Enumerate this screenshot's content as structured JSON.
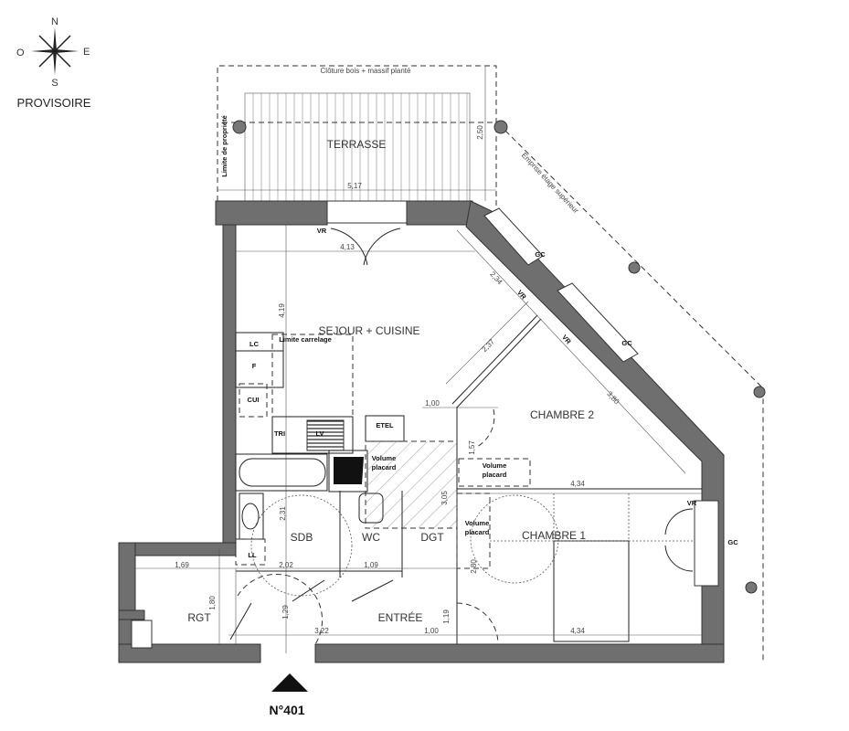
{
  "header": {
    "status": "PROVISOIRE",
    "compass": {
      "north": "N",
      "east": "E",
      "south": "S",
      "west": "O"
    }
  },
  "footer": {
    "unit_number": "N°401"
  },
  "annotations": {
    "fence": "Clôture bois + massif planté",
    "property_limit": "Limite de propriété",
    "upper_floor": "Emprise étage supérieur",
    "tile_limit": "Limite carrelage"
  },
  "rooms": {
    "terrace": "TERRASSE",
    "living": "SEJOUR + CUISINE",
    "bedroom2": "CHAMBRE 2",
    "bedroom1": "CHAMBRE 1",
    "bathroom": "SDB",
    "wc": "WC",
    "hall": "DGT",
    "entry": "ENTRÉE",
    "storage": "RGT"
  },
  "fixtures": {
    "lc": "LC",
    "f": "F",
    "cui": "CUI",
    "tri": "TRI",
    "lv": "LV",
    "etel": "ETEL",
    "ll": "LL",
    "closet1": [
      "Volume",
      "placard"
    ],
    "closet2": [
      "Volume",
      "placard"
    ],
    "closet3": [
      "Volume",
      "placard"
    ],
    "vr": "VR",
    "gc": "GC"
  },
  "dimensions": {
    "terrace_width": "5,17",
    "terrace_depth": "2,50",
    "living_top": "4,13",
    "living_height": "4,19",
    "diag1": "2,34",
    "diag2": "2,37",
    "diag3": "3,80",
    "door_bed2": "1,00",
    "d157": "1,57",
    "d305": "3,05",
    "bed_top": "4,34",
    "bed_bottom": "4,34",
    "sdb_h": "2,31",
    "sdb_w": "2,02",
    "wc_w": "1,09",
    "rgt_w": "1,69",
    "rgt_h": "1,80",
    "entry_h": "1,29",
    "entry_w": "3,22",
    "entry_door": "1,00",
    "d119": "1,19",
    "d280": "2,80"
  }
}
